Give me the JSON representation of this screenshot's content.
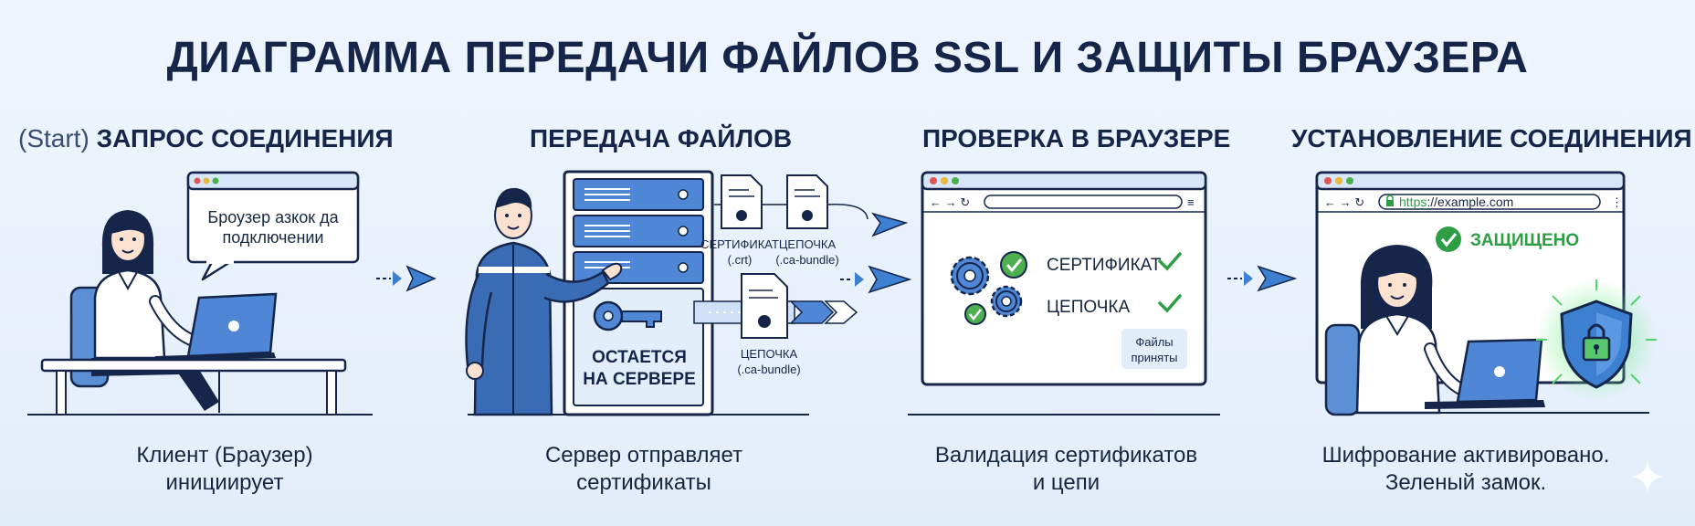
{
  "title": "ДИАГРАММА ПЕРЕДАЧИ ФАЙЛОВ SSL И ЗАЩИТЫ БРАУЗЕРА",
  "steps": [
    {
      "prefix": "(Start)",
      "heading": "ЗАПРОС СОЕДИНЕНИЯ",
      "bubble_line1": "Броузер азкок да",
      "bubble_line2": "подключении",
      "caption_line1": "Клиент (Браузер)",
      "caption_line2": "инициирует"
    },
    {
      "heading": "ПЕРЕДАЧА ФАЙЛОВ",
      "stays_line1": "ОСТАЕТСЯ",
      "stays_line2": "НА СЕРВЕРЕ",
      "file_crt_line1": "СЕРТИФИКАТ",
      "file_crt_line2": "(.crt)",
      "file_chain_line1": "ЦЕПОЧКА",
      "file_chain_line2": "(.ca-bundle)",
      "file_chain2_line1": "ЦЕПОЧКА",
      "file_chain2_line2": "(.ca-bundle)",
      "caption_line1": "Сервер отправляет",
      "caption_line2": "сертификаты"
    },
    {
      "heading": "ПРОВЕРКА В БРАУЗЕРЕ",
      "check_cert": "СЕРТИФИКАТ",
      "check_chain": "ЦЕПОЧКА",
      "accepted_line1": "Файлы",
      "accepted_line2": "приняты",
      "caption_line1": "Валидация сертификатов",
      "caption_line2": "и цепи"
    },
    {
      "heading": "УСТАНОВЛЕНИЕ СОЕДИНЕНИЯ",
      "url_scheme": "https",
      "url_rest": "://example.com",
      "secure_label": "ЗАЩИЩЕНО",
      "caption_line1": "Шифрование активировано.",
      "caption_line2": "Зеленый замок."
    }
  ],
  "colors": {
    "navy": "#16264a",
    "accent_blue": "#3d7fd0",
    "green": "#2e9e45",
    "background": "#e8f1fc"
  },
  "icons": [
    "browser-window-icon",
    "laptop-icon",
    "server-rack-icon",
    "key-icon",
    "document-icon",
    "gear-icon",
    "check-icon",
    "shield-lock-icon",
    "arrow-right-icon"
  ]
}
